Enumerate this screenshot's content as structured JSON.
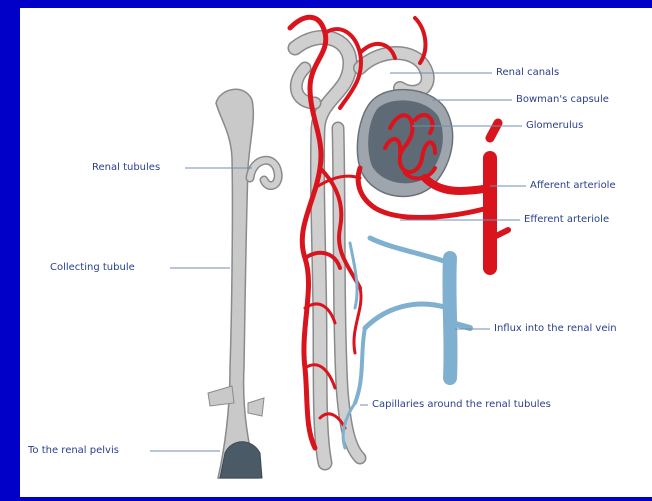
{
  "labels": {
    "renal_canals": "Renal canals",
    "bowmans_capsule": "Bowman's capsule",
    "glomerulus": "Glomerulus",
    "afferent_arteriole": "Afferent arteriole",
    "efferent_arteriole": "Efferent arteriole",
    "influx_renal_vein": "Influx into the renal vein",
    "capillaries": "Capillaries around the renal tubules",
    "renal_tubules": "Renal tubules",
    "collecting_tubule": "Collecting tubule",
    "renal_pelvis": "To the renal pelvis"
  },
  "colors": {
    "background": "#0000c8",
    "panel": "#ffffff",
    "label_text": "#2a3f8c",
    "artery_red": "#d9141c",
    "vein_blue": "#7fb0cf",
    "tubule_gray": "#c9c9c9",
    "tubule_outline": "#8a8a8a",
    "leader_line": "#6f8fb0"
  }
}
